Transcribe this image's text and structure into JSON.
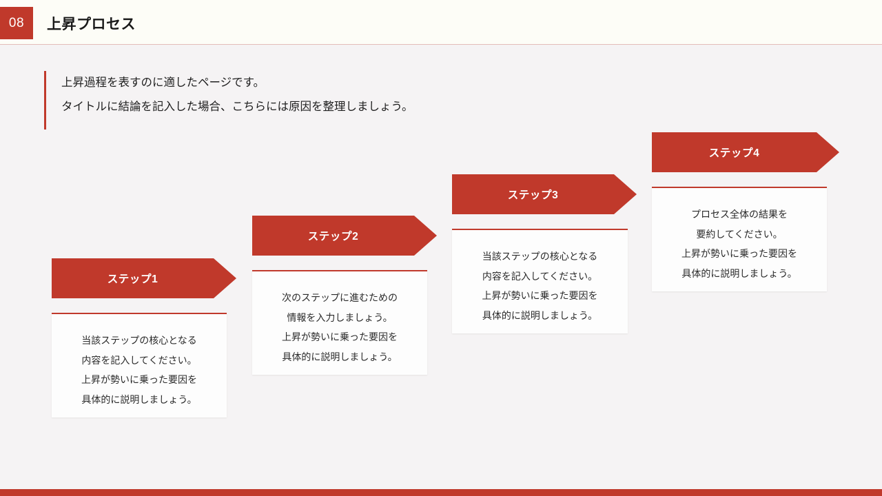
{
  "header": {
    "page_number": "08",
    "title": "上昇プロセス"
  },
  "intro": {
    "lines": [
      "上昇過程を表すのに適したページです。",
      "タイトルに結論を記入した場合、こちらには原因を整理しましょう。"
    ]
  },
  "steps": [
    {
      "label": "ステップ1",
      "body_lines": [
        "当該ステップの核心となる",
        "内容を記入してください。",
        "上昇が勢いに乗った要因を",
        "具体的に説明しましょう。"
      ]
    },
    {
      "label": "ステップ2",
      "body_lines": [
        "次のステップに進むための",
        "情報を入力しましょう。",
        "上昇が勢いに乗った要因を",
        "具体的に説明しましょう。"
      ]
    },
    {
      "label": "ステップ3",
      "body_lines": [
        "当該ステップの核心となる",
        "内容を記入してください。",
        "上昇が勢いに乗った要因を",
        "具体的に説明しましょう。"
      ]
    },
    {
      "label": "ステップ4",
      "body_lines": [
        "プロセス全体の結果を",
        "要約してください。",
        "上昇が勢いに乗った要因を",
        "具体的に説明しましょう。"
      ]
    }
  ],
  "colors": {
    "accent_red": "#C0392B",
    "page_background": "#F5F3F4",
    "header_background": "#FDFDF7",
    "card_background": "#FDFDFD",
    "body_text": "#2A2A2A"
  }
}
